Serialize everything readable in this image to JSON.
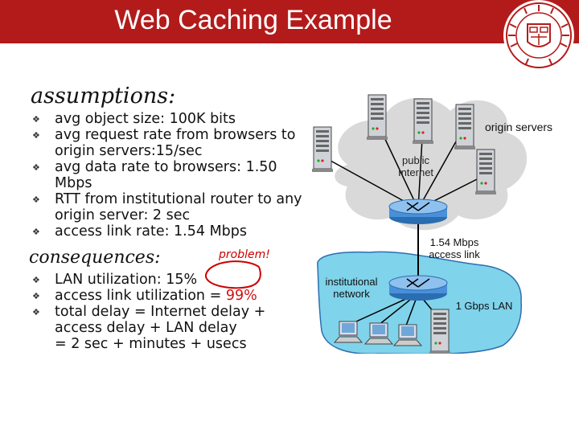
{
  "title": "Web Caching Example",
  "assumptions": {
    "heading": "assumptions:",
    "items": [
      "avg object size: 100K bits",
      "avg request rate from browsers to origin servers:15/sec",
      "avg data rate to browsers: 1.50 Mbps",
      "RTT from institutional router to any origin server: 2 sec",
      "access link rate: 1.54 Mbps"
    ]
  },
  "consequences": {
    "heading": "consequences:",
    "item1_prefix": "LAN utilization: ",
    "item1_value": "15%",
    "item2_prefix": "access link utilization = ",
    "item2_value": "99%",
    "item3": "total delay   = Internet delay + access delay + LAN delay",
    "item3_cont": "  =  2 sec + minutes + usecs"
  },
  "problem": "problem!",
  "diagram": {
    "origin_servers": "origin servers",
    "public_internet": "public Internet",
    "access_link": "1.54 Mbps access link",
    "institutional_network": "institutional network",
    "lan": "1 Gbps LAN"
  },
  "colors": {
    "title_bar": "#b31b1b",
    "highlight": "#d01010",
    "cloud_blue": "#7fd3ea",
    "cloud_gray": "#d9d9d9"
  }
}
